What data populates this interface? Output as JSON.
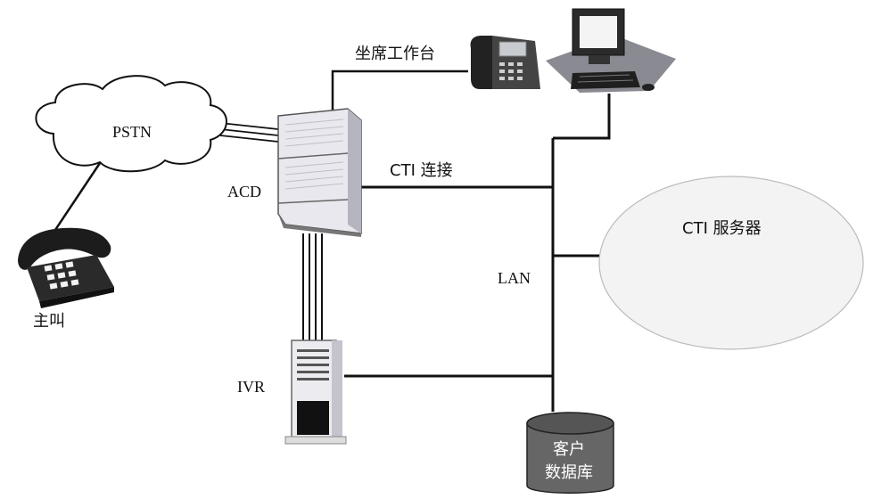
{
  "labels": {
    "pstn": "PSTN",
    "caller": "主叫",
    "acd": "ACD",
    "ivr": "IVR",
    "agent_workstation": "坐席工作台",
    "cti_connection": "CTI 连接",
    "lan": "LAN",
    "cti_server": "CTI 服务器",
    "database_line1": "客户",
    "database_line2": "数据库"
  },
  "icons": {
    "cloud": "cloud-icon",
    "caller_phone": "rotary-phone-icon",
    "acd_cabinet": "server-cabinet-icon",
    "ivr_tower": "tower-server-icon",
    "desk_phone": "desk-phone-icon",
    "computer": "computer-workstation-icon",
    "database": "database-cylinder-icon"
  },
  "colors": {
    "line": "#111111",
    "cloud_fill": "#ffffff",
    "server_fill": "#e8e8ee",
    "device_dark": "#2a2a2a",
    "database_fill": "#666666"
  }
}
